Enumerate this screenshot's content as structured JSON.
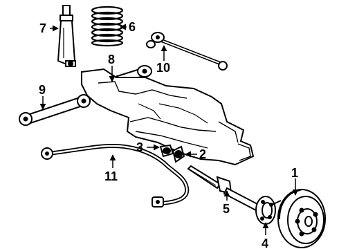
{
  "colors": {
    "line": "#000000",
    "fill": "#ffffff"
  },
  "callouts": [
    "1",
    "2",
    "3",
    "4",
    "5",
    "6",
    "7",
    "8",
    "9",
    "10",
    "11"
  ]
}
